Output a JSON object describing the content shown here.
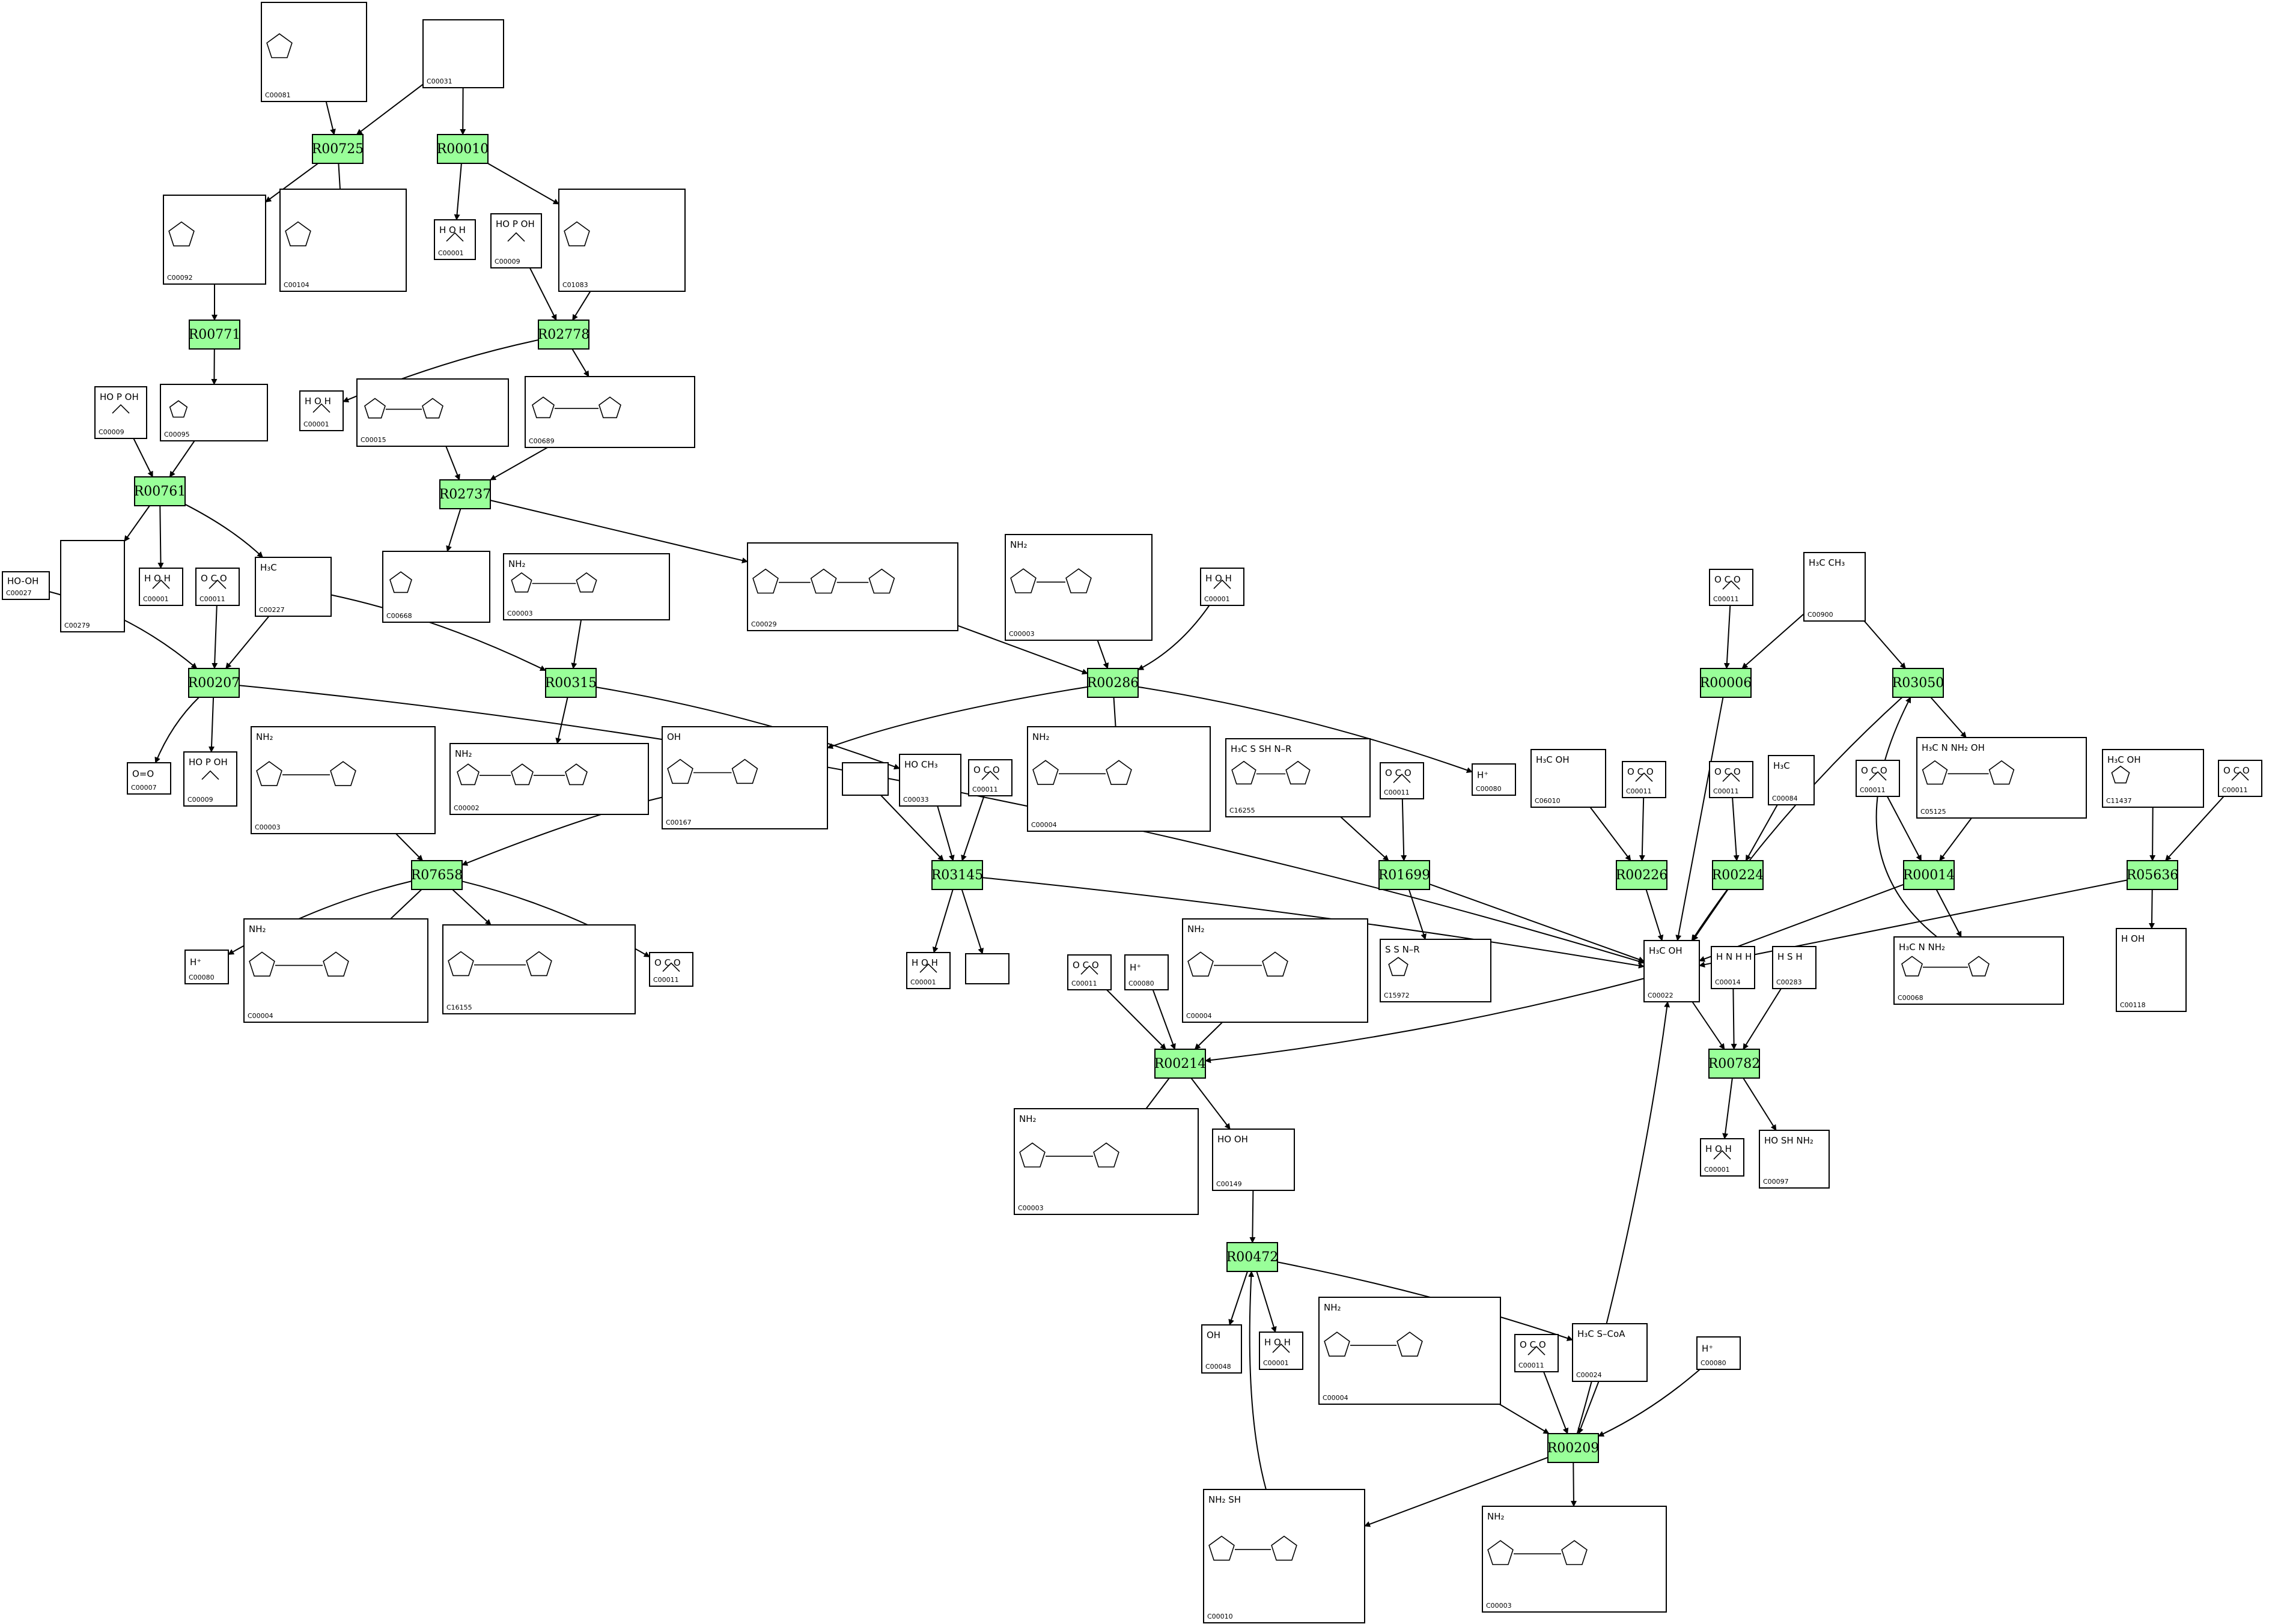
{
  "reactions": [
    {
      "id": "R00725",
      "label": "R00725"
    },
    {
      "id": "R00010",
      "label": "R00010"
    },
    {
      "id": "R00771",
      "label": "R00771"
    },
    {
      "id": "R02778",
      "label": "R02778"
    },
    {
      "id": "R00761",
      "label": "R00761"
    },
    {
      "id": "R02737",
      "label": "R02737"
    },
    {
      "id": "R00207",
      "label": "R00207"
    },
    {
      "id": "R00315",
      "label": "R00315"
    },
    {
      "id": "R00286",
      "label": "R00286"
    },
    {
      "id": "R00006",
      "label": "R00006"
    },
    {
      "id": "R03050",
      "label": "R03050"
    },
    {
      "id": "R07658",
      "label": "R07658"
    },
    {
      "id": "R03145",
      "label": "R03145"
    },
    {
      "id": "R01699",
      "label": "R01699"
    },
    {
      "id": "R00226",
      "label": "R00226"
    },
    {
      "id": "R00224",
      "label": "R00224"
    },
    {
      "id": "R00014",
      "label": "R00014"
    },
    {
      "id": "R05636",
      "label": "R05636"
    },
    {
      "id": "R00214",
      "label": "R00214"
    },
    {
      "id": "R00782",
      "label": "R00782"
    },
    {
      "id": "R00472",
      "label": "R00472"
    },
    {
      "id": "R00209",
      "label": "R00209"
    }
  ],
  "compounds": [
    {
      "id": "c00081",
      "code": "C00081",
      "text": ""
    },
    {
      "id": "c00031",
      "code": "C00031",
      "text": ""
    },
    {
      "id": "c00092",
      "code": "C00092",
      "text": ""
    },
    {
      "id": "c00104",
      "code": "C00104",
      "text": ""
    },
    {
      "id": "c00001a",
      "code": "C00001",
      "text": "H O H"
    },
    {
      "id": "c00009a",
      "code": "C00009",
      "text": "HO P OH"
    },
    {
      "id": "c01083",
      "code": "C01083",
      "text": ""
    },
    {
      "id": "c00001b",
      "code": "C00001",
      "text": "H O H"
    },
    {
      "id": "c00015",
      "code": "C00015",
      "text": ""
    },
    {
      "id": "c00689",
      "code": "C00689",
      "text": ""
    },
    {
      "id": "c00009b",
      "code": "C00009",
      "text": "HO P OH"
    },
    {
      "id": "c00095",
      "code": "C00095",
      "text": ""
    },
    {
      "id": "c00027",
      "code": "C00027",
      "text": "HO-OH"
    },
    {
      "id": "c00279",
      "code": "C00279",
      "text": ""
    },
    {
      "id": "c00001c",
      "code": "C00001",
      "text": "H O H"
    },
    {
      "id": "c00011a",
      "code": "C00011",
      "text": "O C O"
    },
    {
      "id": "c00227",
      "code": "C00227",
      "text": "H₃C"
    },
    {
      "id": "c00668",
      "code": "C00668",
      "text": ""
    },
    {
      "id": "c00003a",
      "code": "C00003",
      "text": "NH₂"
    },
    {
      "id": "c00029",
      "code": "C00029",
      "text": ""
    },
    {
      "id": "c00003b",
      "code": "C00003",
      "text": "NH₂"
    },
    {
      "id": "c00001d",
      "code": "C00001",
      "text": "H O H"
    },
    {
      "id": "c00011b",
      "code": "C00011",
      "text": "O C O"
    },
    {
      "id": "c00900",
      "code": "C00900",
      "text": "H₃C CH₃"
    },
    {
      "id": "c00007",
      "code": "C00007",
      "text": "O=O"
    },
    {
      "id": "c00009c",
      "code": "C00009",
      "text": "HO P OH"
    },
    {
      "id": "c00003c",
      "code": "C00003",
      "text": "NH₂"
    },
    {
      "id": "c00002",
      "code": "C00002",
      "text": "NH₂"
    },
    {
      "id": "c00167",
      "code": "C00167",
      "text": "OH"
    },
    {
      "id": "blank1",
      "code": "",
      "text": ""
    },
    {
      "id": "c00033",
      "code": "C00033",
      "text": "HO CH₃"
    },
    {
      "id": "c00011c",
      "code": "C00011",
      "text": "O C O"
    },
    {
      "id": "c00004a",
      "code": "C00004",
      "text": "NH₂"
    },
    {
      "id": "c16255",
      "code": "C16255",
      "text": "H₃C S SH N–R"
    },
    {
      "id": "c00080a",
      "code": "C00080",
      "text": "H⁺"
    },
    {
      "id": "c00011d",
      "code": "C00011",
      "text": "O C O"
    },
    {
      "id": "c06010",
      "code": "C06010",
      "text": "H₃C OH"
    },
    {
      "id": "c00011e",
      "code": "C00011",
      "text": "O C O"
    },
    {
      "id": "c00011f",
      "code": "C00011",
      "text": "O C O"
    },
    {
      "id": "c00084",
      "code": "C00084",
      "text": "H₃C"
    },
    {
      "id": "c00011g",
      "code": "C00011",
      "text": "O C O"
    },
    {
      "id": "c05125",
      "code": "C05125",
      "text": "H₃C N NH₂ OH"
    },
    {
      "id": "c11437",
      "code": "C11437",
      "text": "H₃C OH"
    },
    {
      "id": "c00011h",
      "code": "C00011",
      "text": "O C O"
    },
    {
      "id": "c00080b",
      "code": "C00080",
      "text": "H⁺"
    },
    {
      "id": "c00004b",
      "code": "C00004",
      "text": "NH₂"
    },
    {
      "id": "c16155",
      "code": "C16155",
      "text": ""
    },
    {
      "id": "c00011i",
      "code": "C00011",
      "text": "O C O"
    },
    {
      "id": "c00001e",
      "code": "C00001",
      "text": "H O H"
    },
    {
      "id": "blank2",
      "code": "",
      "text": ""
    },
    {
      "id": "c00011j",
      "code": "C00011",
      "text": "O C O"
    },
    {
      "id": "c00080c",
      "code": "C00080",
      "text": "H⁺"
    },
    {
      "id": "c00004c",
      "code": "C00004",
      "text": "NH₂"
    },
    {
      "id": "c15972",
      "code": "C15972",
      "text": "S S N–R"
    },
    {
      "id": "c00022",
      "code": "C00022",
      "text": "H₃C OH"
    },
    {
      "id": "c00014",
      "code": "C00014",
      "text": "H N H H"
    },
    {
      "id": "c00283",
      "code": "C00283",
      "text": "H S H"
    },
    {
      "id": "c00068",
      "code": "C00068",
      "text": "H₃C N NH₂"
    },
    {
      "id": "c00118",
      "code": "C00118",
      "text": "H OH"
    },
    {
      "id": "c00003d",
      "code": "C00003",
      "text": "NH₂"
    },
    {
      "id": "c00149",
      "code": "C00149",
      "text": "HO OH"
    },
    {
      "id": "c00001f",
      "code": "C00001",
      "text": "H O H"
    },
    {
      "id": "c00097",
      "code": "C00097",
      "text": "HO SH NH₂"
    },
    {
      "id": "c00048",
      "code": "C00048",
      "text": "OH"
    },
    {
      "id": "c00001g",
      "code": "C00001",
      "text": "H O H"
    },
    {
      "id": "c00004d",
      "code": "C00004",
      "text": "NH₂"
    },
    {
      "id": "c00011k",
      "code": "C00011",
      "text": "O C O"
    },
    {
      "id": "c00024",
      "code": "C00024",
      "text": "H₃C S–CoA"
    },
    {
      "id": "c00080d",
      "code": "C00080",
      "text": "H⁺"
    },
    {
      "id": "c00010",
      "code": "C00010",
      "text": "NH₂ SH"
    },
    {
      "id": "c00003e",
      "code": "C00003",
      "text": "NH₂"
    }
  ]
}
